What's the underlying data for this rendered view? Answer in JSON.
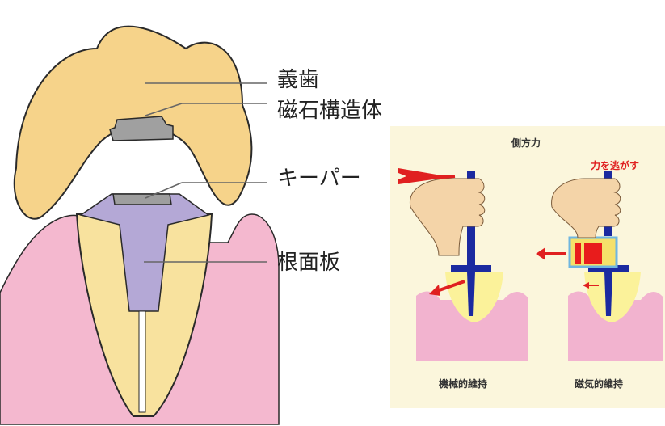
{
  "left_diagram": {
    "labels": {
      "denture": "義歯",
      "magnet_structure": "磁石構造体",
      "keeper": "キーパー",
      "root_plate": "根面板"
    },
    "colors": {
      "denture": "#f6d38a",
      "gum": "#f4b8cf",
      "tooth_root": "#f8e29e",
      "root_plate": "#b4a8d6",
      "magnet": "#a0a0a0",
      "outline": "#2a2a2a"
    }
  },
  "right_panel": {
    "title": "側方力",
    "annotation": "力を逃がす",
    "caption_left": "機械的維持",
    "caption_right": "磁気的維持",
    "colors": {
      "background": "#fbf6dc",
      "gum": "#f2b3cf",
      "tooth": "#fbf29a",
      "post": "#1b2aa0",
      "arrow": "#e02020",
      "magnet_core": "#e81c1c",
      "magnet_outer": "#f5e06a",
      "magnet_border": "#6fb6e0",
      "hand": "#f4d4a8"
    }
  }
}
